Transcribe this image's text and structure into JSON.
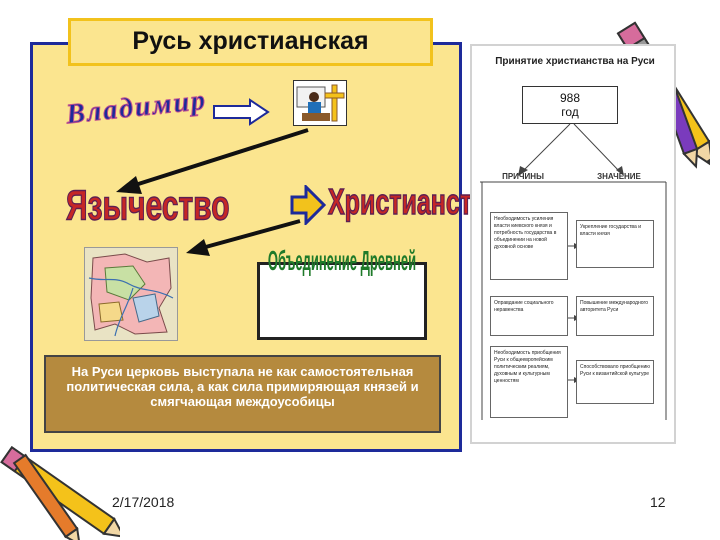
{
  "slide": {
    "title": "Русь христианская",
    "vladimir": "Владимир",
    "paganism": "Язычество",
    "christianity": "Христианство",
    "unity": "Объединение Древней Руси",
    "church_note": "На Руси церковь выступала не как самостоятельная политическая сила, а как сила примиряющая князей и смягчающая междоусобицы",
    "date": "2/17/2018",
    "page_number": "12"
  },
  "diagram": {
    "title": "Принятие христианства на Руси",
    "year_number": "988",
    "year_word": "год",
    "causes_heading": "ПРИЧИНЫ",
    "meaning_heading": "ЗНАЧЕНИЕ",
    "causes": [
      "Необходимость усиления власти киевского князя и потребность государства в объединении на новой духовной основе",
      "Оправдание социального неравенства",
      "Необходимость приобщения Руси к общеевропейским политическим реалиям, духовным и культурным ценностям"
    ],
    "meanings": [
      "Укрепление государства и власти князя",
      "Повышение международного авторитета Руси",
      "Способствовало приобщению Руси к византийской культуре"
    ]
  },
  "colors": {
    "panel_fill": "#fbe58f",
    "panel_border": "#1d2a9a",
    "title_border": "#f2c21c",
    "accent_red": "#c52626",
    "unity_green": "#1f7a2a",
    "note_fill": "#b58a3e",
    "arrow_blue": "#1d2a9a",
    "arrow_yellow": "#f2c21c"
  },
  "icons": [
    "pencil-decoration-icon",
    "teacher-cross-icon",
    "map-of-rus-icon",
    "arrow-right-icon",
    "arrow-left-icon"
  ]
}
